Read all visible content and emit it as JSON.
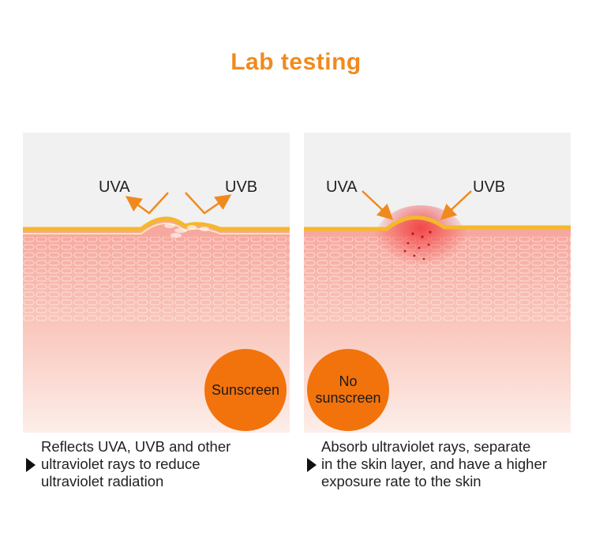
{
  "title": "Lab testing",
  "panels": [
    {
      "uva": "UVA",
      "uvb": "UVB",
      "badge_lines": [
        "Sunscreen"
      ],
      "caption_lines": [
        "Reflects UVA, UVB and other",
        "ultraviolet rays to reduce",
        "ultraviolet radiation"
      ]
    },
    {
      "uva": "UVA",
      "uvb": "UVB",
      "badge_lines": [
        "No",
        "sunscreen"
      ],
      "caption_lines": [
        "Absorb ultraviolet rays, separate",
        "in the skin layer, and have a higher",
        "exposure rate to the skin"
      ]
    }
  ],
  "colors": {
    "title": "#f08a1e",
    "badge": "#f2730c",
    "arrow": "#f08a1e",
    "skin_top": "#f6a9a0",
    "skin_bottom": "#fde9e4",
    "sky": "#f1f1f1",
    "surface": "#f5b82a"
  }
}
